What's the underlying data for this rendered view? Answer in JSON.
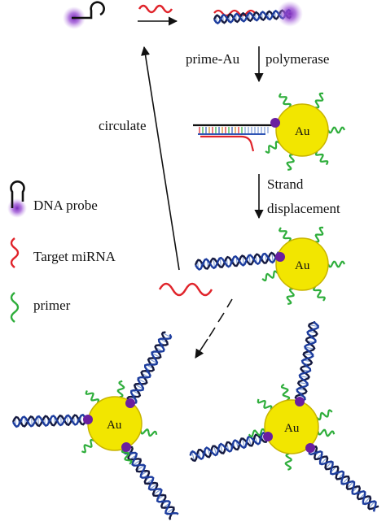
{
  "labels": {
    "prime_au": "prime-Au",
    "polymerase": "polymerase",
    "circulate": "circulate",
    "strand": "Strand",
    "displacement": "displacement",
    "au": "Au"
  },
  "legend": [
    {
      "label": "DNA probe",
      "icon": "hairpin-probe-icon"
    },
    {
      "label": "Target miRNA",
      "icon": "mirna-strand-icon"
    },
    {
      "label": "primer",
      "icon": "primer-strand-icon"
    }
  ],
  "colors": {
    "gold_particle": "#f2e600",
    "gold_outline": "#c8b400",
    "quencher": "#6a1fa0",
    "quencher_glow": "#a45ad8",
    "mirna": "#e0242b",
    "primer": "#2fae3c",
    "dna_blue": "#1d3d9e",
    "dna_dark": "#151a40",
    "dna_rungs": "#7d9bd6"
  }
}
